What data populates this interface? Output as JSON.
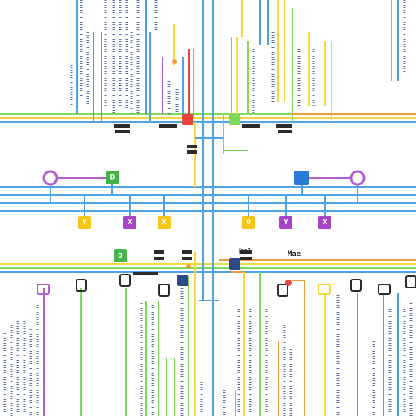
{
  "colors": {
    "blue": "#4fa3e0",
    "green": "#7ed957",
    "yellow": "#f5d742",
    "orange": "#f29b38",
    "purple": "#b35ccf",
    "red": "#e8463a",
    "navy": "#2c4a8a",
    "tick": "#5a6fa8"
  },
  "nodes": {
    "top_center_left_red": {
      "glyph": "",
      "icon": "square-node-icon"
    },
    "top_center_green": {
      "glyph": "",
      "icon": "square-node-icon"
    },
    "mid_left_green": {
      "glyph": "D",
      "icon": "square-node-icon"
    },
    "mid_right_blue": {
      "glyph": "",
      "icon": "square-node-icon"
    },
    "row_yellow_1": {
      "glyph": "V",
      "icon": "square-node-icon"
    },
    "row_purple_1": {
      "glyph": "X",
      "icon": "square-node-icon"
    },
    "row_yellow_2": {
      "glyph": "X",
      "icon": "square-node-icon"
    },
    "row_yellow_3": {
      "glyph": "O",
      "icon": "square-node-icon"
    },
    "row_purple_2": {
      "glyph": "Y",
      "icon": "square-node-icon"
    },
    "row_purple_3": {
      "glyph": "X",
      "icon": "square-node-icon"
    },
    "lower_green": {
      "glyph": "D",
      "icon": "square-node-icon"
    },
    "lower_navy_1": {
      "glyph": "",
      "icon": "square-node-icon"
    },
    "lower_navy_2": {
      "glyph": "",
      "icon": "square-node-icon"
    }
  },
  "labels": {
    "top_small_1": "",
    "mid_text_1": "Mae",
    "mid_text_2": "Dsl"
  }
}
